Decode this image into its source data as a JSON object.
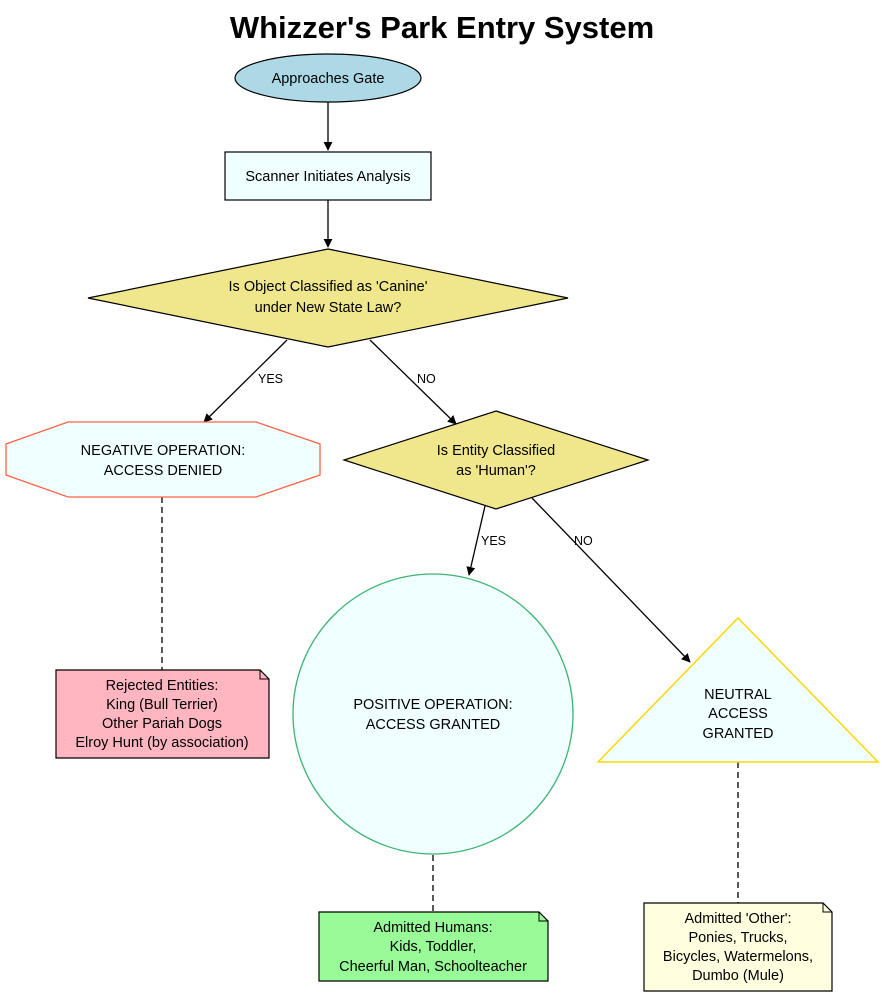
{
  "title": "Whizzer's Park Entry System",
  "colors": {
    "start_fill": "#add8e6",
    "process_fill": "#f0ffff",
    "decision_fill": "#f0e68c",
    "denied_stroke": "#ff6347",
    "granted_stroke": "#3cb371",
    "neutral_stroke": "#ffd700",
    "rejected_note_fill": "#ffb6c1",
    "humans_note_fill": "#98fb98",
    "other_note_fill": "#ffffe0"
  },
  "nodes": {
    "start": {
      "label": "Approaches Gate"
    },
    "scan": {
      "label": "Scanner Initiates Analysis"
    },
    "canine_check": {
      "line1": "Is Object Classified as 'Canine'",
      "line2": "under New State Law?"
    },
    "denied": {
      "line1": "NEGATIVE OPERATION:",
      "line2": "ACCESS DENIED"
    },
    "human_check": {
      "line1": "Is Entity Classified",
      "line2": "as 'Human'?"
    },
    "granted": {
      "line1": "POSITIVE OPERATION:",
      "line2": "ACCESS GRANTED"
    },
    "neutral": {
      "line1": "NEUTRAL",
      "line2": "ACCESS",
      "line3": "GRANTED"
    }
  },
  "notes": {
    "rejected": {
      "line1": "Rejected Entities:",
      "line2": "King (Bull Terrier)",
      "line3": "Other Pariah Dogs",
      "line4": "Elroy Hunt (by association)"
    },
    "humans": {
      "line1": "Admitted Humans:",
      "line2": "Kids, Toddler,",
      "line3": "Cheerful Man, Schoolteacher"
    },
    "other": {
      "line1": "Admitted 'Other':",
      "line2": "Ponies, Trucks,",
      "line3": "Bicycles, Watermelons,",
      "line4": "Dumbo (Mule)"
    }
  },
  "edges": {
    "canine_yes": "YES",
    "canine_no": "NO",
    "human_yes": "YES",
    "human_no": "NO"
  }
}
